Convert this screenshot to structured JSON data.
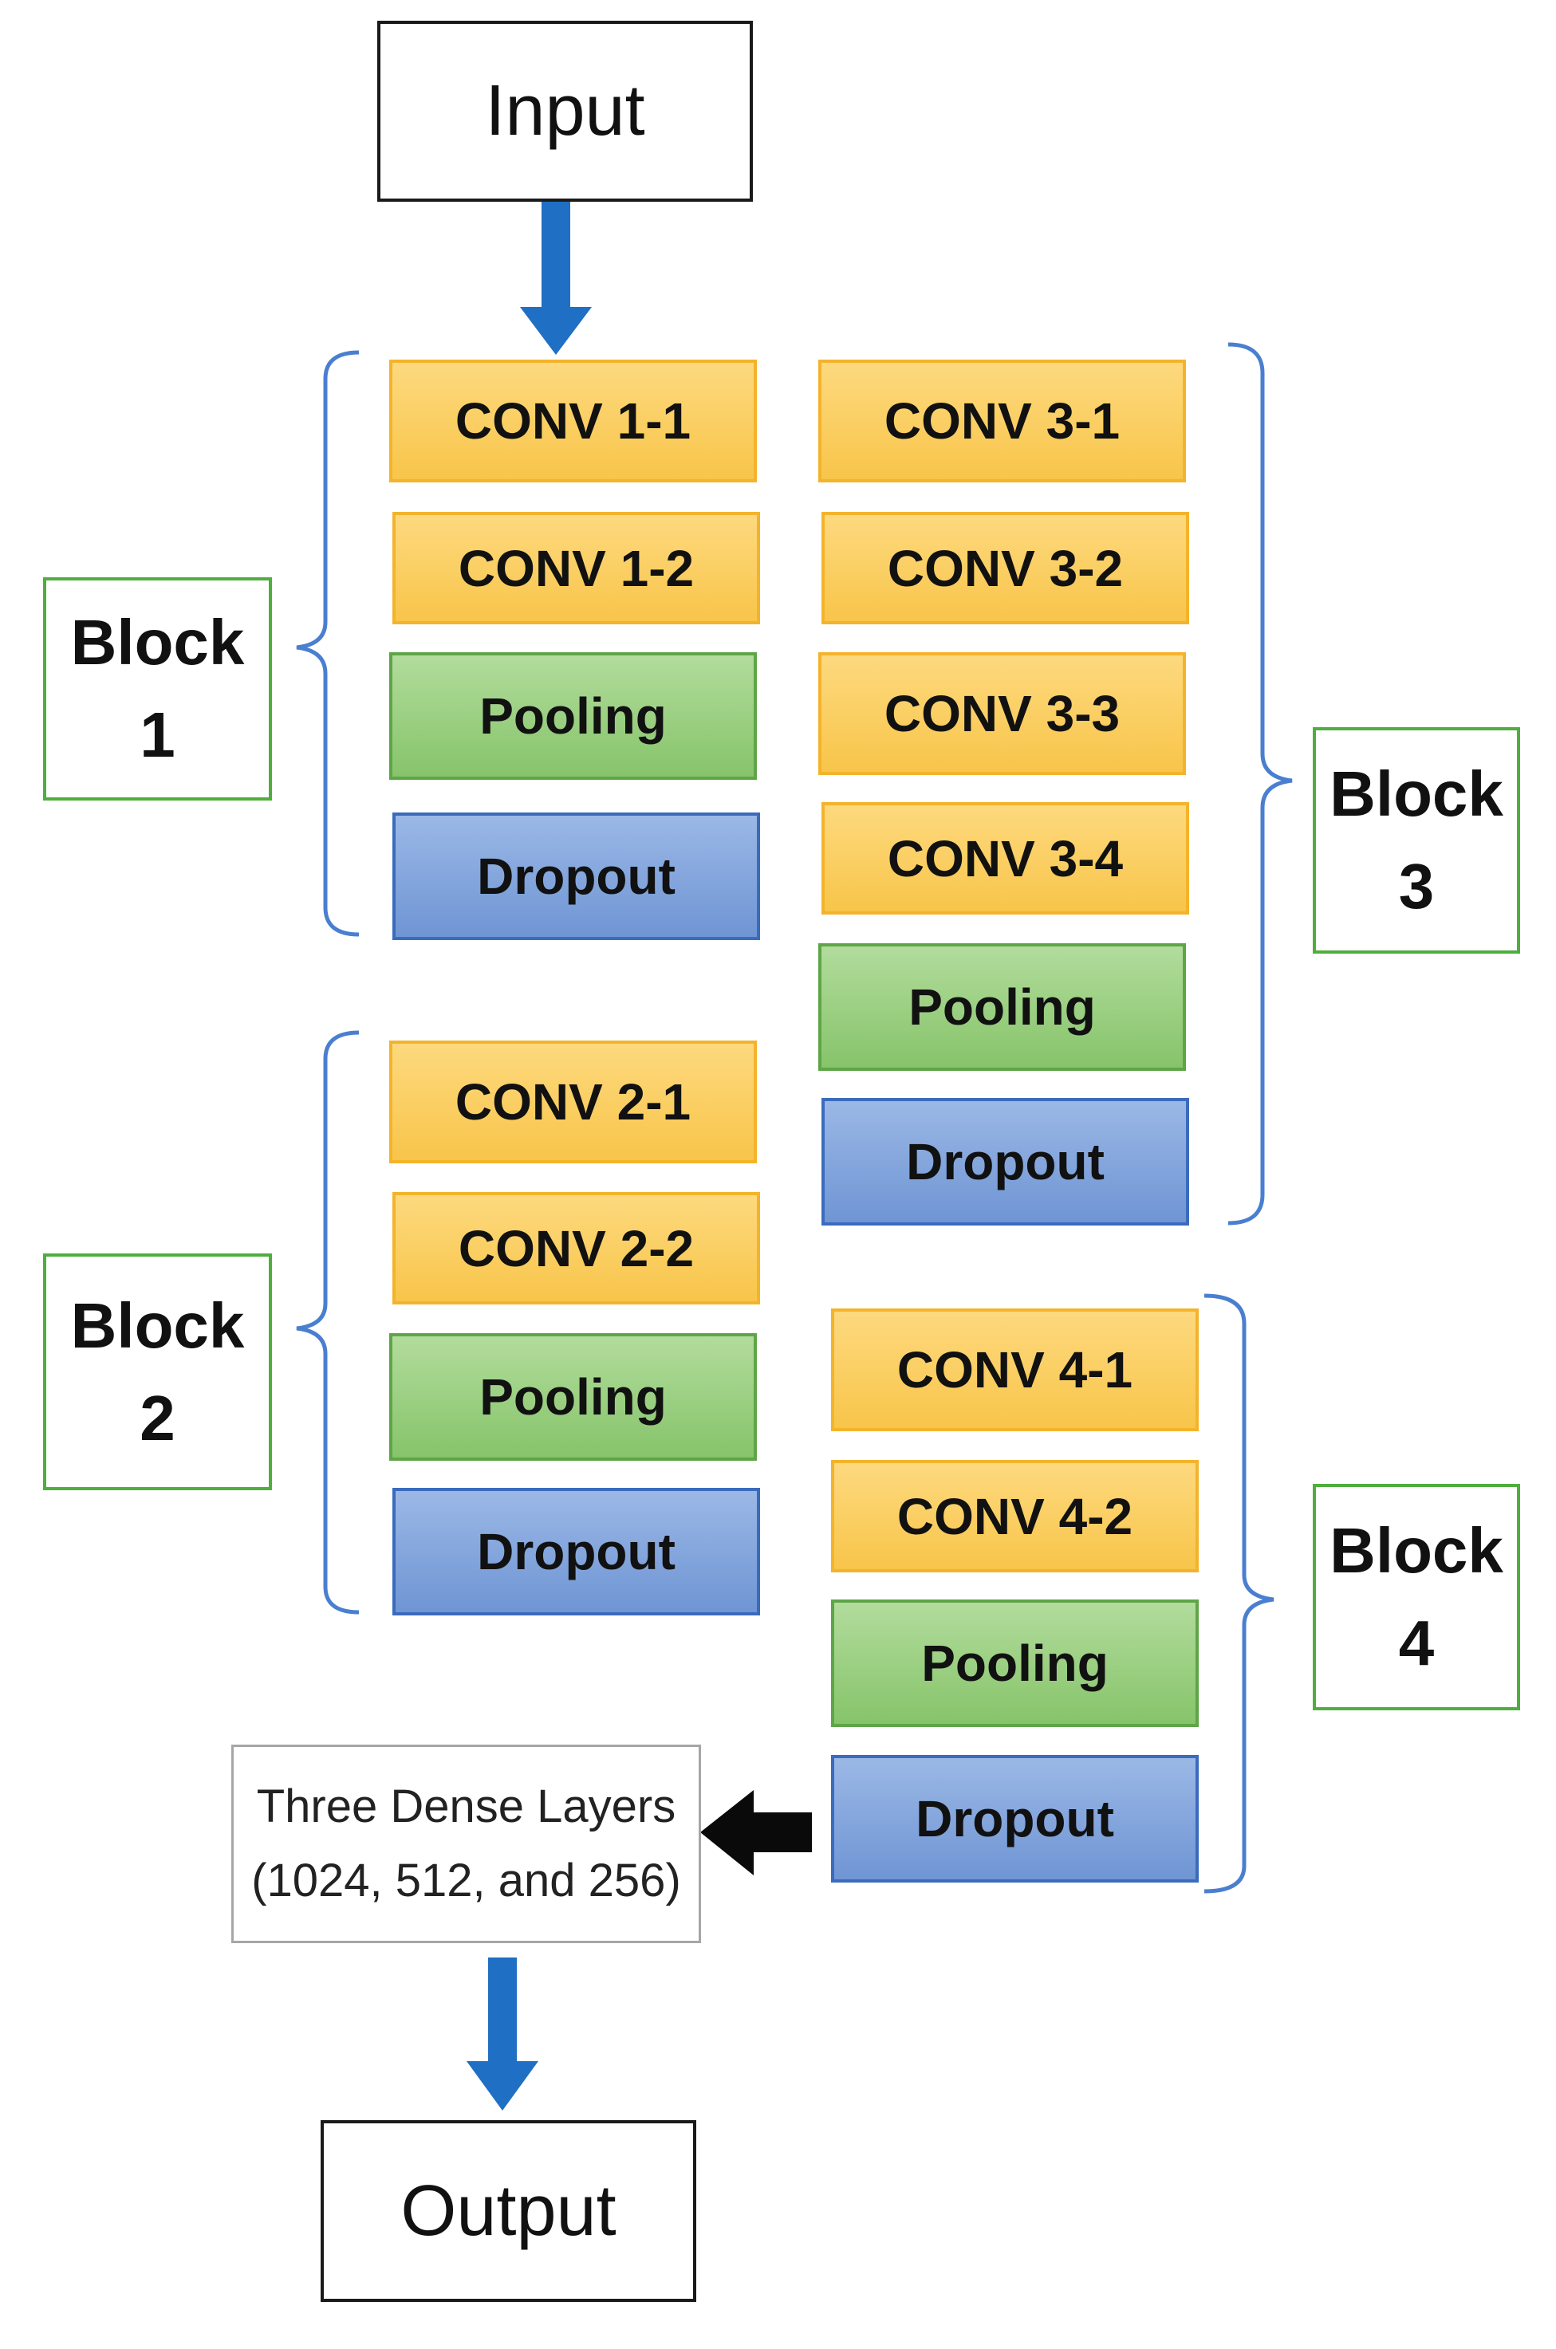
{
  "input": "Input",
  "output": "Output",
  "blocks": [
    {
      "label_word": "Block",
      "label_num": "1",
      "layers": [
        "CONV 1-1",
        "CONV 1-2",
        "Pooling",
        "Dropout"
      ]
    },
    {
      "label_word": "Block",
      "label_num": "2",
      "layers": [
        "CONV 2-1",
        "CONV 2-2",
        "Pooling",
        "Dropout"
      ]
    },
    {
      "label_word": "Block",
      "label_num": "3",
      "layers": [
        "CONV 3-1",
        "CONV 3-2",
        "CONV 3-3",
        "CONV 3-4",
        "Pooling",
        "Dropout"
      ]
    },
    {
      "label_word": "Block",
      "label_num": "4",
      "layers": [
        "CONV 4-1",
        "CONV 4-2",
        "Pooling",
        "Dropout"
      ]
    }
  ],
  "dense": {
    "line1": "Three Dense Layers",
    "line2": "(1024, 512, and 256)"
  },
  "colors": {
    "conv": "#f8c54a",
    "pooling": "#86c46a",
    "dropout": "#6f95d4",
    "flow_arrow": "#1f6fc4",
    "brace": "#4a7fd0",
    "block_border": "#4fae3e"
  }
}
